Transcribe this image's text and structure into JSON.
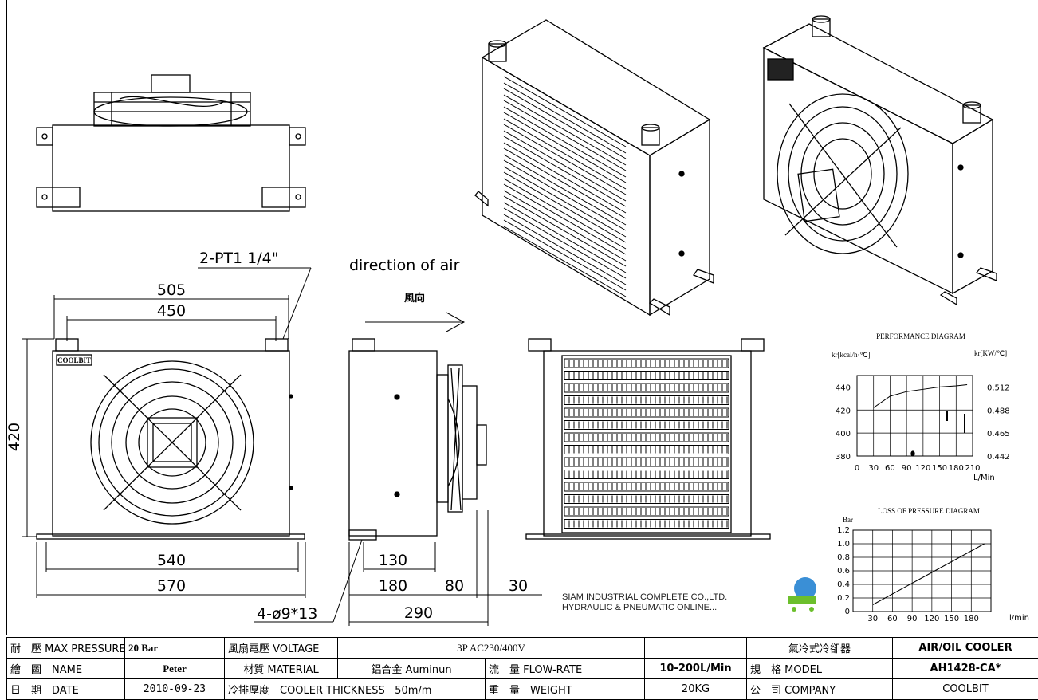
{
  "drawing": {
    "port_label": "2-PT1 1/4\"",
    "air_label": "direction of air",
    "air_label_cn": "風向",
    "dims": {
      "d505": "505",
      "d450": "450",
      "d420": "420",
      "d540": "540",
      "d570": "570",
      "d130": "130",
      "d180": "180",
      "d80": "80",
      "d30": "30",
      "d290": "290",
      "holes": "4-ø9*13"
    },
    "brand_plate": "COOLBIT",
    "watermark": {
      "line1": "SIAM INDUSTRIAL COMPLETE CO.,LTD.",
      "line2": "HYDRAULIC & PNEUMATIC ONLINE..."
    }
  },
  "performance": {
    "title": "PERFORMANCE DIAGRAM",
    "left_unit": "kr[kcal/h·℃]",
    "right_unit": "kr[KW/℃]",
    "x_unit": "L/Min",
    "y_ticks": [
      "440",
      "420",
      "400",
      "380"
    ],
    "y2_ticks": [
      "0.512",
      "0.488",
      "0.465",
      "0.442"
    ],
    "x_ticks": [
      "0",
      "30",
      "60",
      "90",
      "120",
      "150",
      "180",
      "210"
    ]
  },
  "pressure_loss": {
    "title": "LOSS OF PRESSURE DIAGRAM",
    "y_unit": "Bar",
    "x_unit": "l/min",
    "y_ticks": [
      "1.2",
      "1.0",
      "0.8",
      "0.6",
      "0.4",
      "0.2",
      "0"
    ],
    "x_ticks": [
      "30",
      "60",
      "90",
      "120",
      "150",
      "180"
    ]
  },
  "chart_data": [
    {
      "type": "line",
      "title": "PERFORMANCE DIAGRAM",
      "xlabel": "L/Min",
      "ylabel": "kr[kcal/h·℃]",
      "xlim": [
        0,
        210
      ],
      "ylim": [
        380,
        450
      ],
      "x": [
        30,
        60,
        90,
        120,
        150,
        180,
        200
      ],
      "values": [
        422,
        432,
        436,
        438,
        440,
        441,
        442
      ]
    },
    {
      "type": "line",
      "title": "LOSS OF PRESSURE DIAGRAM",
      "xlabel": "l/min",
      "ylabel": "Bar",
      "xlim": [
        0,
        210
      ],
      "ylim": [
        0,
        1.2
      ],
      "x": [
        30,
        200
      ],
      "values": [
        0.1,
        1.0
      ]
    }
  ],
  "titleblock": {
    "r1": {
      "a_label": "耐　壓 MAX PRESSURE",
      "a_value": "20 Bar",
      "b_label": "風扇電壓 VOLTAGE",
      "b_value": "3P AC230/400V",
      "c_blank": "",
      "d_label": "氣冷式冷卻器",
      "d_value": "AIR/OIL COOLER"
    },
    "r2": {
      "a_label": "繪　圖　NAME",
      "a_value": "Peter",
      "b_label": "材質 MATERIAL",
      "b_value": "鋁合金 Auminun",
      "c_label": "流　量 FLOW-RATE",
      "c_value": "10-200L/Min",
      "d_label": "規　格 MODEL",
      "d_value": "AH1428-CA*"
    },
    "r3": {
      "a_label": "日　期　DATE",
      "a_value": "2010-09-23",
      "b_label": "冷排厚度　COOLER THICKNESS",
      "b_value": "50m/m",
      "c_label": "重　量　WEIGHT",
      "c_value": "20KG",
      "d_label": "公　司 COMPANY",
      "d_value": "COOLBIT"
    }
  }
}
